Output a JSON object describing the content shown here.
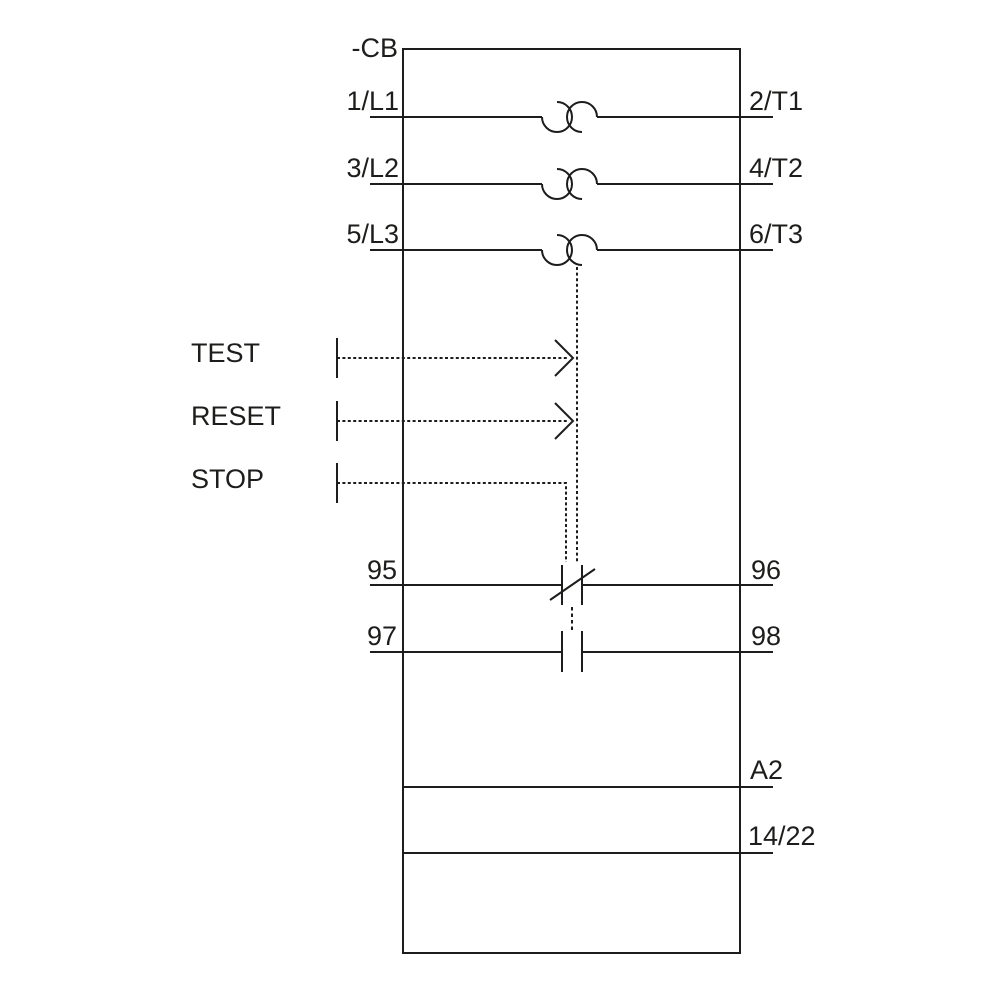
{
  "device": {
    "designation": "-CB",
    "line_color": "#1d1d1b",
    "background_color": "#ffffff"
  },
  "power_poles": [
    {
      "left_terminal": "1/L1",
      "right_terminal": "2/T1",
      "element": "thermal-overload-element"
    },
    {
      "left_terminal": "3/L2",
      "right_terminal": "4/T2",
      "element": "thermal-overload-element"
    },
    {
      "left_terminal": "5/L3",
      "right_terminal": "6/T3",
      "element": "thermal-overload-element"
    }
  ],
  "controls": [
    {
      "label": "TEST"
    },
    {
      "label": "RESET"
    },
    {
      "label": "STOP"
    }
  ],
  "auxiliary_contacts": [
    {
      "left_terminal": "95",
      "right_terminal": "96",
      "symbol": "break-contact-with-slash"
    },
    {
      "left_terminal": "97",
      "right_terminal": "98",
      "symbol": "make-contact"
    }
  ],
  "bottom_terminals": [
    {
      "label": "A2"
    },
    {
      "label": "14/22"
    }
  ]
}
